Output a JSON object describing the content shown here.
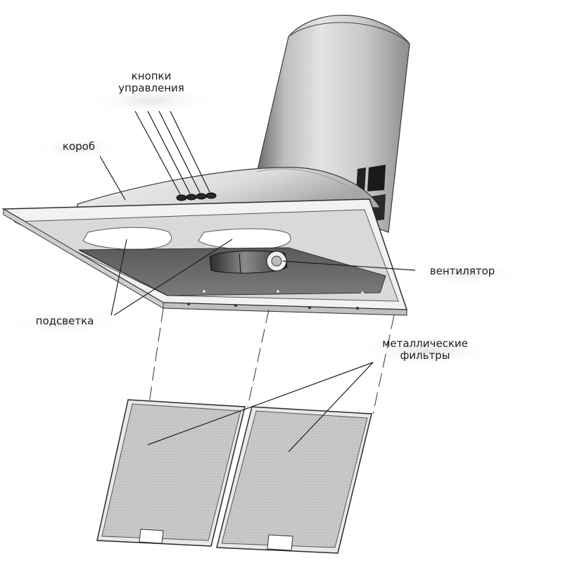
{
  "labels": {
    "buttons": [
      "кнопки",
      "управления"
    ],
    "box": "короб",
    "fan": "вентилятор",
    "lighting": "подсветка",
    "filters": [
      "металлические",
      "фильтры"
    ]
  }
}
